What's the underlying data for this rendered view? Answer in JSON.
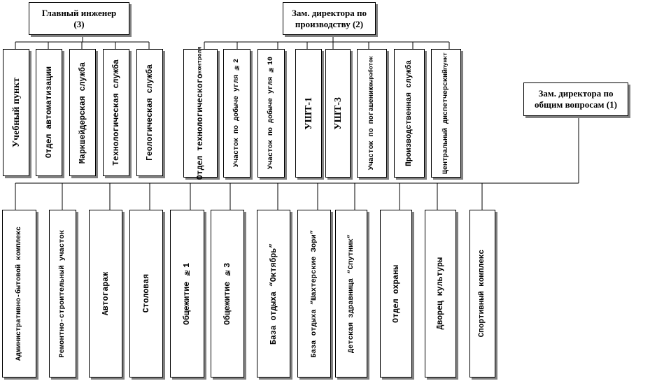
{
  "heads": {
    "chief_engineer": [
      "Главный инженер",
      "(3)"
    ],
    "deputy_production": [
      "Зам. директора по",
      "производству (2)"
    ],
    "deputy_general": [
      "Зам. директора по",
      "общим вопросам (1)"
    ]
  },
  "chief_engineer_units": [
    "Учебный пункт",
    "Отдел автоматизации",
    "Маркшейдерская служба",
    "Технологическая служба",
    "Геологическая служба"
  ],
  "production_units": [
    [
      "Отдел технологического",
      "контроля"
    ],
    [
      "Участок по добыче угля №2"
    ],
    [
      "Участок по добыче угля №10"
    ],
    [
      "УШТ-1"
    ],
    [
      "УШТ-3"
    ],
    [
      "Участок по погашению",
      "выработок"
    ],
    [
      "Производственная служба"
    ],
    [
      "Центральный диспетчерский",
      "пункт"
    ]
  ],
  "general_units": [
    "Административно-бытовой комплекс",
    "Ремонтно-строительный участок",
    "Автогараж",
    "Столовая",
    "Общежитие №1",
    "Общежитие №3",
    "База отдыха “Октябрь”",
    "База отдыха “Шахтерские Зори”",
    "Детская здравница “Спутник”",
    "Отдел охраны",
    "Дворец культуры",
    "Спортивный комплекс"
  ]
}
